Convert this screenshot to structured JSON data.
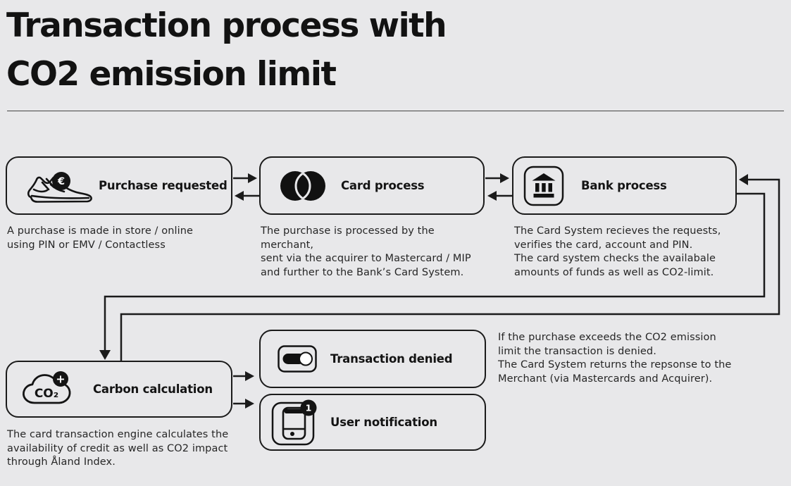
{
  "page": {
    "background_color": "#e8e8ea",
    "line_color": "#1b1b1b"
  },
  "header": {
    "title": "Transaction process with\nCO2 emission limit"
  },
  "flow": {
    "purchase": {
      "label": "Purchase requested",
      "description": "A purchase is made in store / online\nusing PIN or EMV / Contactless",
      "icon": "sneaker-euro-icon",
      "badge": "€"
    },
    "card": {
      "label": "Card process",
      "description": "The purchase is processed by the merchant,\nsent via the acquirer to Mastercard / MIP\nand further to the Bank’s Card System.",
      "icon": "mastercard-icon"
    },
    "bank": {
      "label": "Bank process",
      "description": "The Card System recieves the requests,\nverifies the card, account and PIN.\nThe card system checks the availabale\namounts of funds as well as CO2-limit.",
      "icon": "bank-icon"
    },
    "carbon": {
      "label": "Carbon calculation",
      "description": "The card transaction engine calculates the\navailability of credit as well as CO2 impact\nthrough Åland Index.",
      "icon": "co2-cloud-plus-icon",
      "cloud_text": "CO₂",
      "badge": "+"
    },
    "denied": {
      "label": "Transaction denied",
      "icon": "card-denied-icon",
      "note": "If the purchase exceeds the CO2 emission\nlimit the transaction is denied.\nThe Card System returns the repsonse to the\nMerchant (via Mastercards and Acquirer)."
    },
    "notification": {
      "label": "User notification",
      "icon": "phone-notification-icon",
      "badge": "1"
    }
  }
}
